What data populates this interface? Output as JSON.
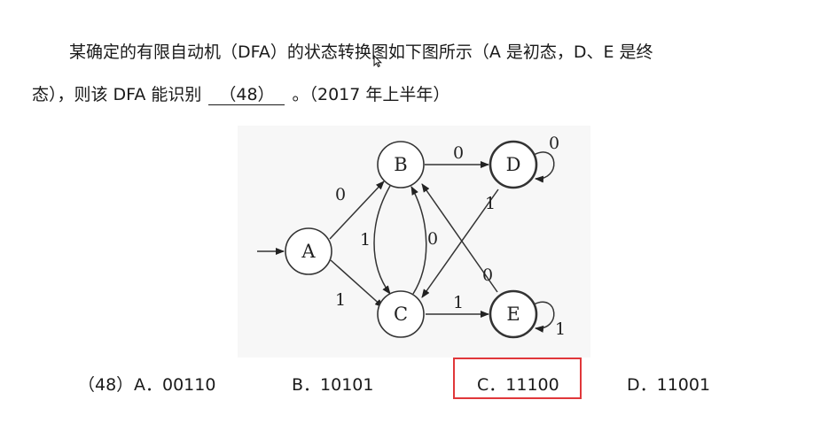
{
  "question": {
    "line1": "某确定的有限自动机（DFA）的状态转换图如下图所示（A 是初态，D、E 是终",
    "line2_before": "态），则该 DFA 能识别",
    "blank": "（48）",
    "line2_after": "。（2017 年上半年）"
  },
  "diagram": {
    "states": {
      "A": "A",
      "B": "B",
      "C": "C",
      "D": "D",
      "E": "E"
    },
    "initial_state": "A",
    "final_states": [
      "D",
      "E"
    ],
    "transitions": [
      {
        "from": "A",
        "to": "B",
        "label": "0"
      },
      {
        "from": "A",
        "to": "C",
        "label": "1"
      },
      {
        "from": "B",
        "to": "C",
        "label": "1"
      },
      {
        "from": "C",
        "to": "B",
        "label": "0"
      },
      {
        "from": "B",
        "to": "D",
        "label": "0"
      },
      {
        "from": "C",
        "to": "E",
        "label": "1"
      },
      {
        "from": "D",
        "to": "C",
        "label": "1"
      },
      {
        "from": "E",
        "to": "B",
        "label": "0"
      },
      {
        "from": "D",
        "to": "D",
        "label": "0"
      },
      {
        "from": "E",
        "to": "E",
        "label": "1"
      }
    ]
  },
  "options": {
    "number": "（48）",
    "a": "A．00110",
    "b": "B．10101",
    "c": "C．11100",
    "d": "D．11001",
    "highlighted": "c",
    "highlight_color": "#e0373a"
  }
}
